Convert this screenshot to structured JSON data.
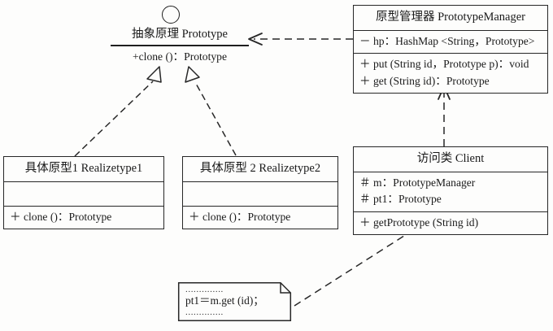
{
  "diagram": {
    "title": "Prototype Pattern UML Class Diagram",
    "colors": {
      "line": "#272727",
      "background": "#fdfdfc",
      "text": "#1a1a1a"
    }
  },
  "prototype": {
    "name": "抽象原理  Prototype",
    "operation": "+clone ()：Prototype",
    "lollipop": "interface-circle-icon"
  },
  "prototype_manager": {
    "name": "原型管理器  PrototypeManager",
    "attributes": [
      "－ hp：HashMap <String，Prototype>"
    ],
    "operations": [
      "＋ put (String id，Prototype p)：void",
      "＋ get (String id)：Prototype"
    ]
  },
  "realizetype1": {
    "name": "具体原型1 Realizetype1",
    "attributes": [],
    "operations": [
      "＋ clone ()：Prototype"
    ]
  },
  "realizetype2": {
    "name": "具体原型 2 Realizetype2",
    "attributes": [],
    "operations": [
      "＋ clone ()：Prototype"
    ]
  },
  "client": {
    "name": "访问类  Client",
    "attributes": [
      "＃ m：PrototypeManager",
      "＃ pt1：Prototype"
    ],
    "operations": [
      "＋ getPrototype (String id)"
    ]
  },
  "note": {
    "line1": "..............",
    "code": "pt1＝m.get (id)；",
    "line3": ".............."
  },
  "relationships": [
    {
      "name": "realization-realizetype1-to-prototype",
      "from": "realizetype1",
      "to": "prototype",
      "style": "dashed",
      "arrow": "hollow-triangle"
    },
    {
      "name": "realization-realizetype2-to-prototype",
      "from": "realizetype2",
      "to": "prototype",
      "style": "dashed",
      "arrow": "hollow-triangle"
    },
    {
      "name": "dependency-manager-to-prototype",
      "from": "prototype_manager",
      "to": "prototype",
      "style": "dashed",
      "arrow": "open-v"
    },
    {
      "name": "dependency-client-to-manager",
      "from": "client",
      "to": "prototype_manager",
      "style": "dashed",
      "arrow": "open-v"
    },
    {
      "name": "note-anchor-to-client",
      "from": "note",
      "to": "client",
      "style": "dashed",
      "arrow": "none"
    }
  ]
}
